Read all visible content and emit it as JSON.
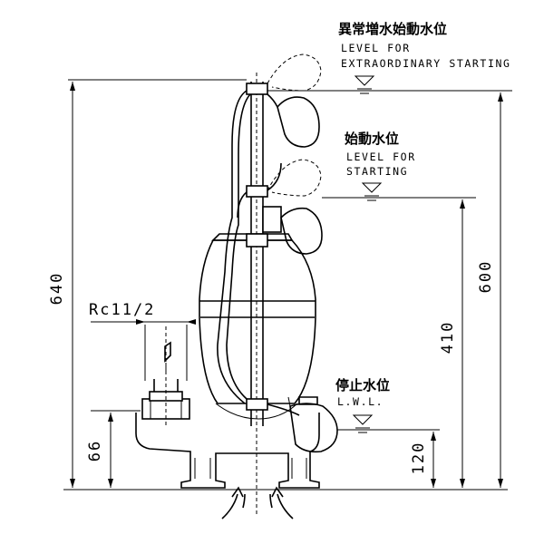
{
  "labels": {
    "extraordinary_jp": "異常増水始動水位",
    "extraordinary_en_1": "LEVEL FOR",
    "extraordinary_en_2": "EXTRAORDINARY STARTING",
    "starting_jp": "始動水位",
    "starting_en_1": "LEVEL FOR",
    "starting_en_2": "STARTING",
    "lwl_jp": "停止水位",
    "lwl_en": "L.W.L.",
    "outlet": "Rc11/2"
  },
  "dimensions": {
    "total_height": "640",
    "outlet_height": "66",
    "extraordinary_level": "600",
    "starting_level": "410",
    "stop_level": "120"
  }
}
